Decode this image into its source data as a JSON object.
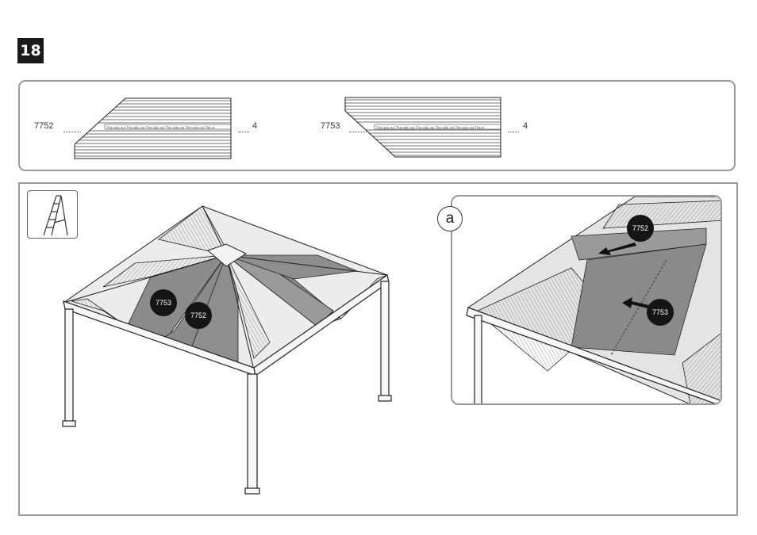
{
  "step": {
    "number": "18"
  },
  "parts": [
    {
      "code": "7752",
      "qty": "4",
      "stripe_text": "This side out   This side out   This side out   This side out   This side out   This si"
    },
    {
      "code": "7753",
      "qty": "4",
      "stripe_text": "This side out   This side out   This side out   This side out   This side out   This si"
    }
  ],
  "main": {
    "tool_icon": "ladder-icon",
    "callouts": [
      {
        "label": "7753"
      },
      {
        "label": "7752"
      }
    ]
  },
  "detail": {
    "letter": "a",
    "callouts": [
      {
        "label": "7752"
      },
      {
        "label": "7753"
      }
    ]
  },
  "colors": {
    "panel_border": "#999999",
    "dark_panel": "#8a8a8a",
    "badge": "#1a1a1a"
  }
}
